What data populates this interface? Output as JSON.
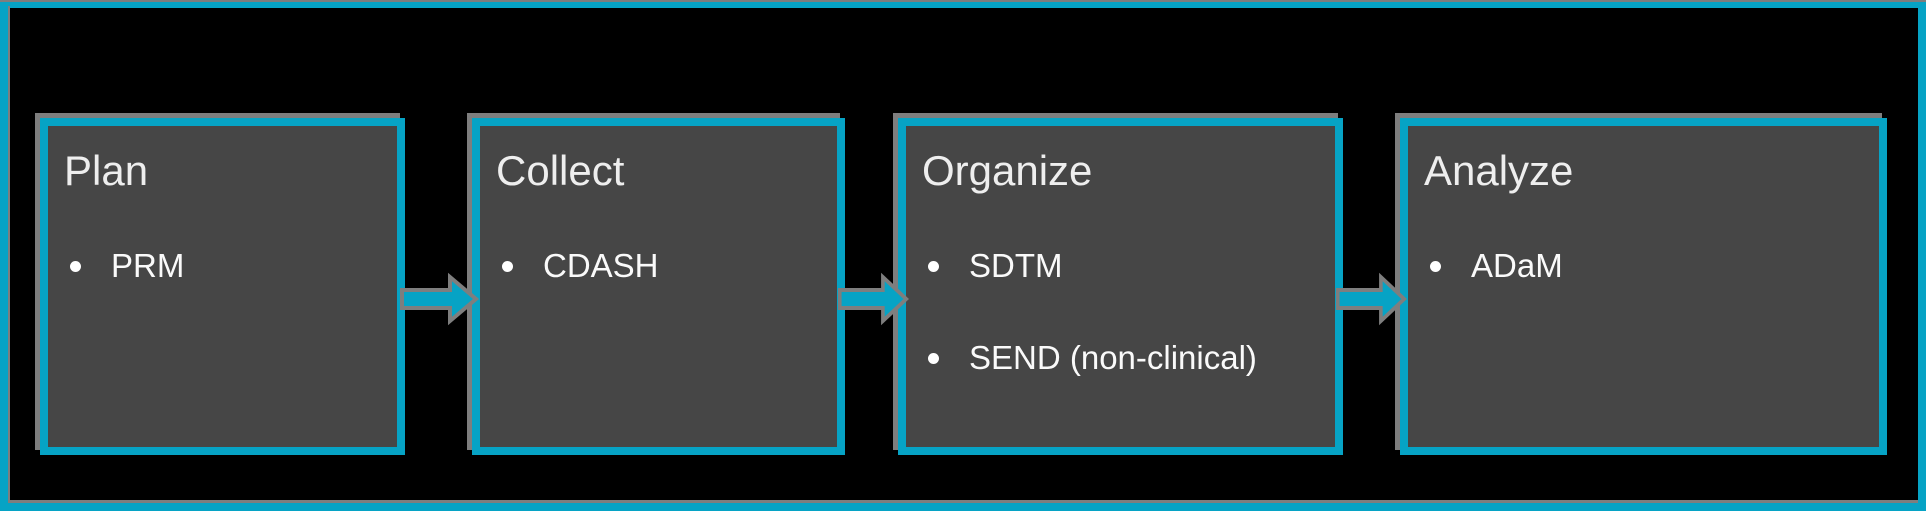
{
  "colors": {
    "accent": "#06a3c5",
    "box_fill": "#464646",
    "shadow": "#7e7e7e",
    "text": "#eeeeee",
    "background": "#000000"
  },
  "boxes": [
    {
      "title": "Plan",
      "items": [
        "PRM"
      ]
    },
    {
      "title": "Collect",
      "items": [
        "CDASH"
      ]
    },
    {
      "title": "Organize",
      "items": [
        "SDTM",
        "SEND (non-clinical)"
      ]
    },
    {
      "title": "Analyze",
      "items": [
        "ADaM"
      ]
    }
  ]
}
